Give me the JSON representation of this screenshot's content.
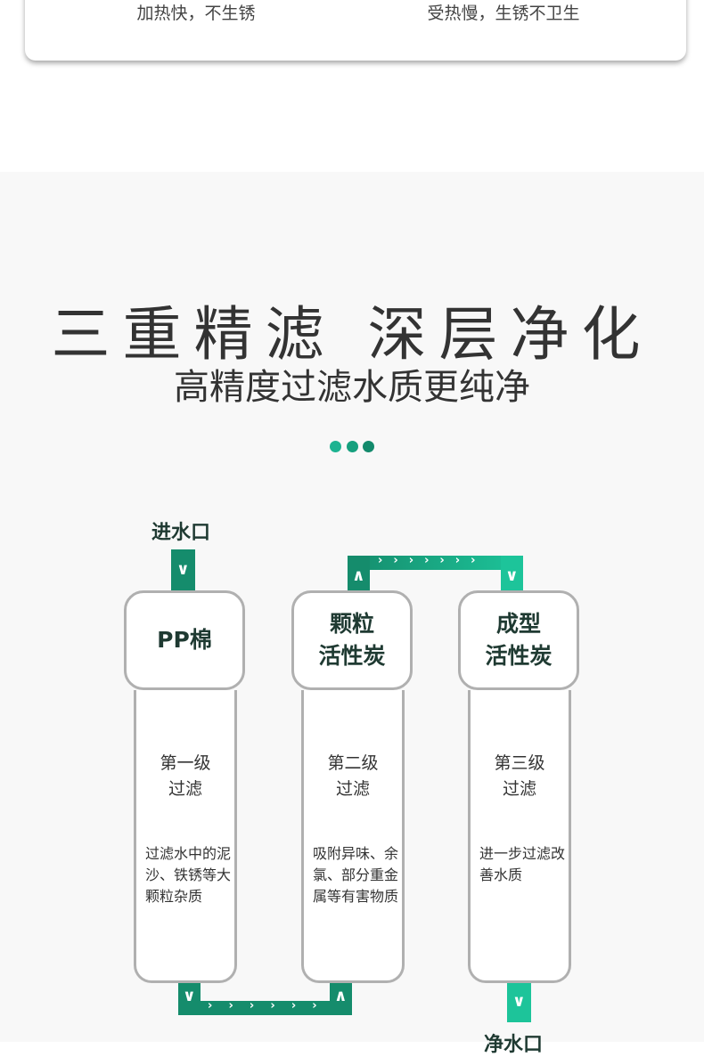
{
  "comparison": {
    "left": "加热快，不生锈",
    "right": "受热慢，生锈不卫生"
  },
  "title": "三重精滤 深层净化",
  "subtitle": "高精度过滤水质更纯净",
  "colors": {
    "green": "#158c6c",
    "light_green": "#1dc49a",
    "dot1": "#1db391",
    "dot2": "#16a07e",
    "dot3": "#138a6c"
  },
  "inlet_label": "进水口",
  "outlet_label": "净水口",
  "filters": [
    {
      "name": "PP棉",
      "stage": "第一级\n过滤",
      "desc": "过滤水中的泥沙、铁锈等大颗粒杂质"
    },
    {
      "name": "颗粒\n活性炭",
      "stage": "第二级\n过滤",
      "desc": "吸附异味、余氯、部分重金属等有害物质"
    },
    {
      "name": "成型\n活性炭",
      "stage": "第三级\n过滤",
      "desc": "进一步过滤改善水质"
    }
  ]
}
